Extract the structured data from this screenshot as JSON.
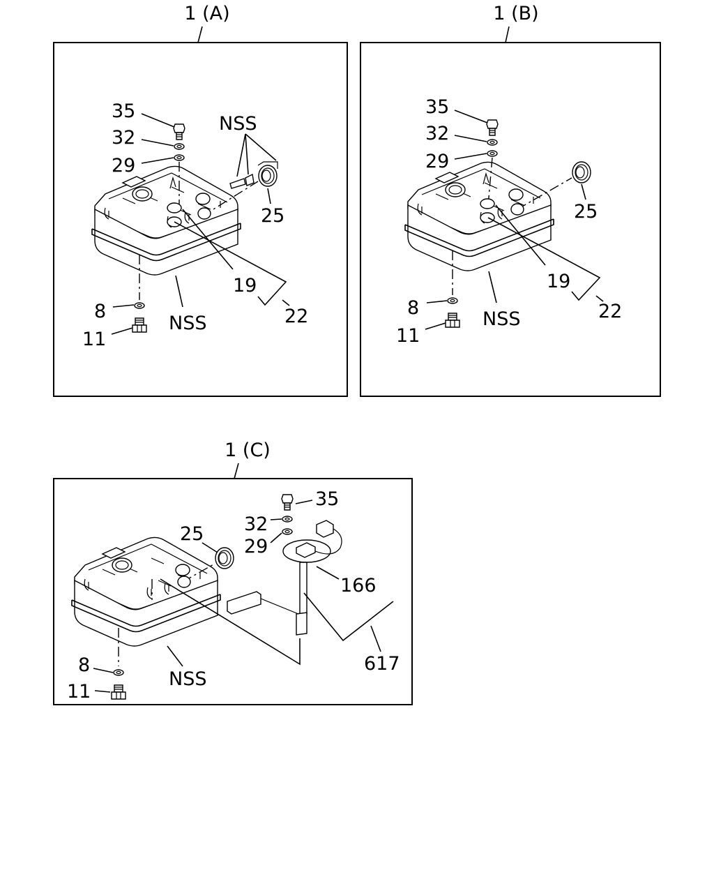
{
  "panels": [
    {
      "title": "1 (A)",
      "labels": {
        "p35": "35",
        "p32": "32",
        "p29": "29",
        "pNSStop": "NSS",
        "p25": "25",
        "p19": "19",
        "p22": "22",
        "p8": "8",
        "p11": "11",
        "pNSSbot": "NSS"
      }
    },
    {
      "title": "1 (B)",
      "labels": {
        "p35": "35",
        "p32": "32",
        "p29": "29",
        "p25": "25",
        "p19": "19",
        "p22": "22",
        "p8": "8",
        "p11": "11",
        "pNSSbot": "NSS"
      }
    },
    {
      "title": "1 (C)",
      "labels": {
        "p35": "35",
        "p32": "32",
        "p29": "29",
        "p25": "25",
        "p166": "166",
        "p617": "617",
        "p8": "8",
        "p11": "11",
        "pNSSbot": "NSS"
      }
    }
  ]
}
